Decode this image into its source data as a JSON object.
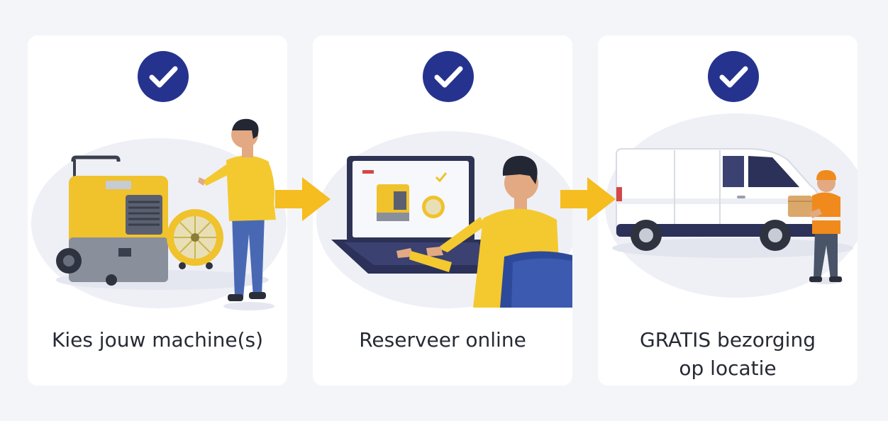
{
  "steps": [
    {
      "label_lines": [
        "Kies jouw machine(s)"
      ]
    },
    {
      "label_lines": [
        "Reserveer online"
      ]
    },
    {
      "label_lines": [
        "GRATIS bezorging",
        "op locatie"
      ]
    }
  ],
  "colors": {
    "check_circle": "#25338f",
    "accent_yellow": "#f5c324",
    "arrow_yellow": "#f5bd1f",
    "card_bg": "#ffffff",
    "page_bg": "#f4f5f8",
    "text": "#262a33",
    "navy": "#2b3158"
  },
  "icons": {
    "step_done": "check-circle-icon",
    "flow": "arrow-right-icon"
  }
}
